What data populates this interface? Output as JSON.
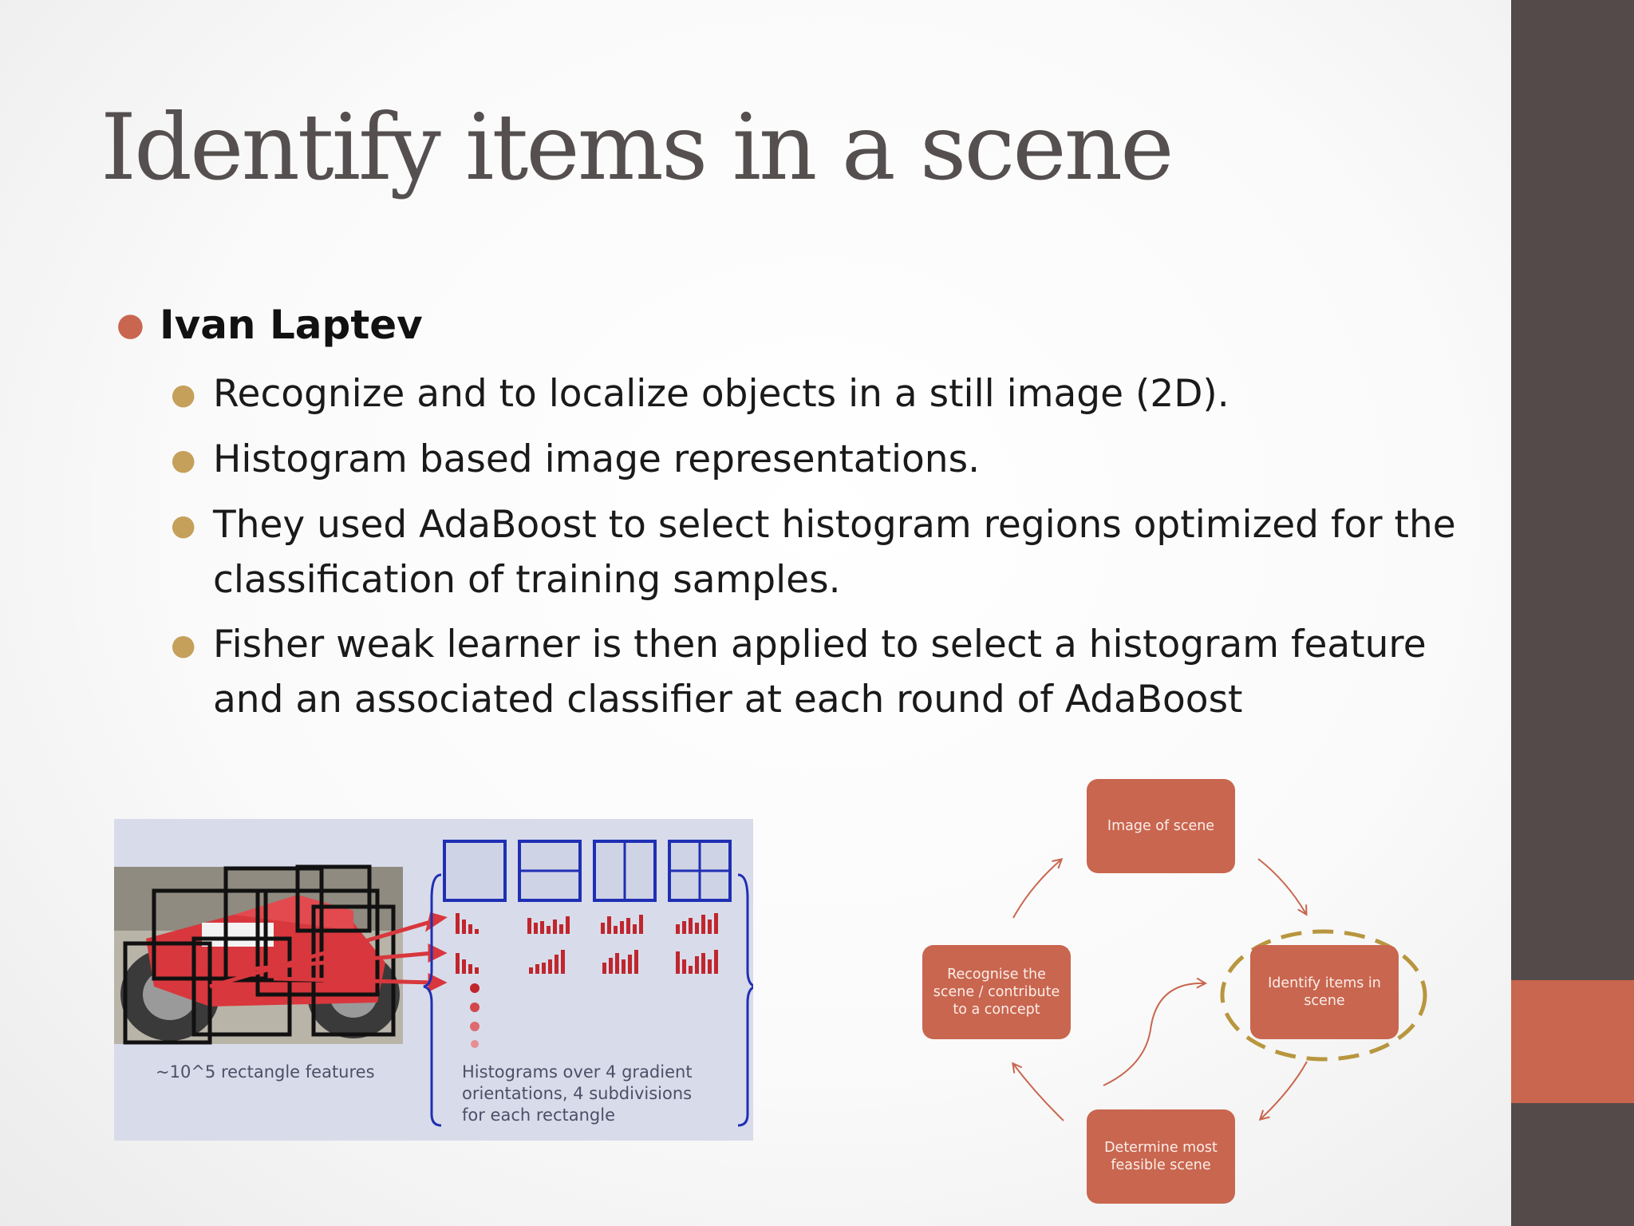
{
  "title": "Identify items in a scene",
  "bullet_main": "Ivan Laptev",
  "sub_bullets": [
    "Recognize and to localize objects in a still image (2D).",
    "Histogram based image representations.",
    "They used AdaBoost to select histogram regions optimized for the classification of training samples.",
    "Fisher weak learner is then applied to select a histogram feature and an associated classifier at each round of AdaBoost"
  ],
  "figure": {
    "left_caption": "~10^5 rectangle features",
    "right_caption": "Histograms over 4 gradient orientations, 4 subdivisions for each rectangle"
  },
  "cycle": {
    "nodes": [
      "Image of scene",
      "Identify items in scene",
      "Determine most feasible scene",
      "Recognise the scene / contribute to a concept"
    ],
    "highlighted": "Identify items in scene"
  },
  "colors": {
    "accent": "#c9664f",
    "sidebar": "#554a4a",
    "highlight_ring": "#b8963e"
  }
}
